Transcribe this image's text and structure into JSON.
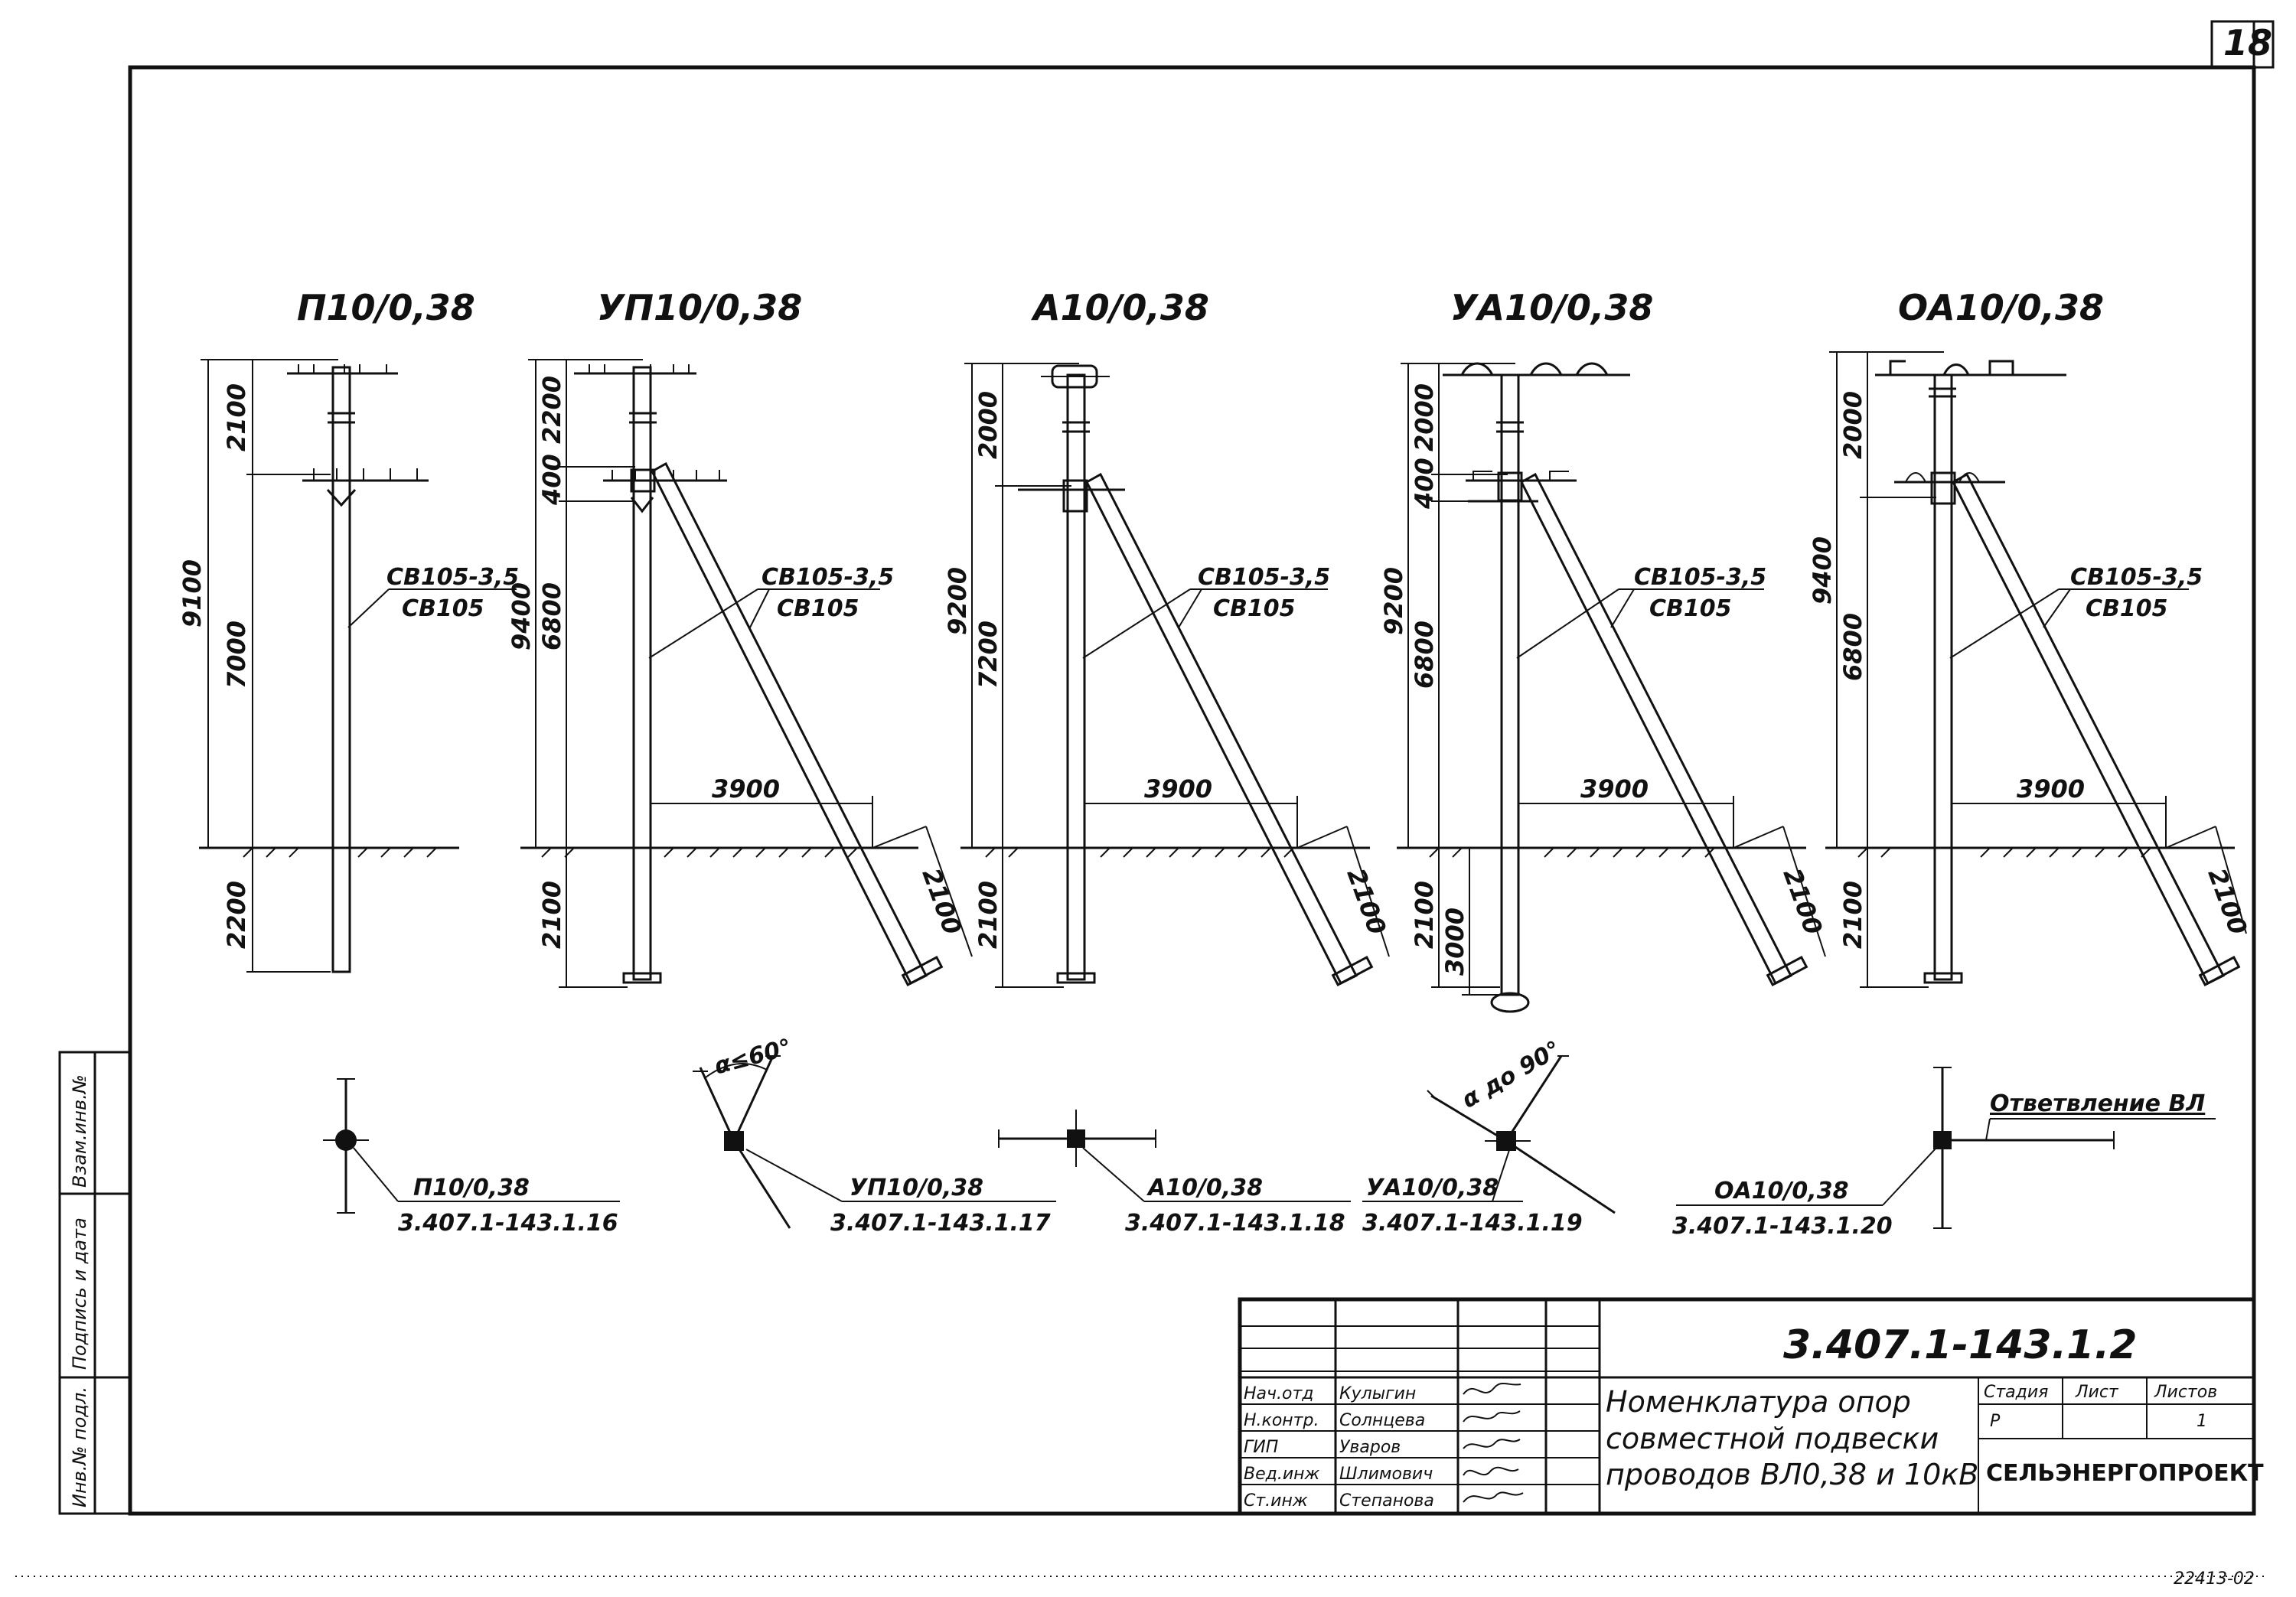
{
  "sheet": {
    "page_number": "18",
    "bottom_note": "22413-02",
    "side_stamp": [
      "Инв.№ подл.",
      "Подпись и дата",
      "Взам.инв.№"
    ]
  },
  "supports": [
    {
      "title": "П10/0,38",
      "dims_left": [
        "2100",
        "7000",
        "2200"
      ],
      "dim_total": "9100",
      "mark": [
        "СВ105-3,5",
        "СВ105"
      ],
      "strut_span": "",
      "strut_embed": ""
    },
    {
      "title": "УП10/0,38",
      "dims_left": [
        "2200",
        "400",
        "6800",
        "2100"
      ],
      "dim_total": "9400",
      "mark": [
        "СВ105-3,5",
        "СВ105"
      ],
      "strut_span": "3900",
      "strut_embed": "2100"
    },
    {
      "title": "А10/0,38",
      "dims_left": [
        "2000",
        "7200",
        "2100"
      ],
      "dim_total": "9200",
      "mark": [
        "СВ105-3,5",
        "СВ105"
      ],
      "strut_span": "3900",
      "strut_embed": "2100"
    },
    {
      "title": "УА10/0,38",
      "dims_left": [
        "2000",
        "400",
        "6800",
        "2100",
        "3000"
      ],
      "dim_total": "9200",
      "mark": [
        "СВ105-3,5",
        "СВ105"
      ],
      "strut_span": "3900",
      "strut_embed": "2100"
    },
    {
      "title": "ОА10/0,38",
      "dims_left": [
        "2000",
        "6800",
        "2100"
      ],
      "dim_total": "9400",
      "mark": [
        "СВ105-3,5",
        "СВ105"
      ],
      "strut_span": "3900",
      "strut_embed": "2100"
    }
  ],
  "plans": [
    {
      "name": "П10/0,38",
      "code": "3.407.1-143.1.16",
      "angle": ""
    },
    {
      "name": "УП10/0,38",
      "code": "3.407.1-143.1.17",
      "angle": "α≤60°"
    },
    {
      "name": "А10/0,38",
      "code": "3.407.1-143.1.18",
      "angle": ""
    },
    {
      "name": "УА10/0,38",
      "code": "3.407.1-143.1.19",
      "angle": "α до 90°"
    },
    {
      "name": "ОА10/0,38",
      "code": "3.407.1-143.1.20",
      "angle": ""
    }
  ],
  "branch_label": "Ответвление ВЛ",
  "title_block": {
    "doc_code": "3.407.1-143.1.2",
    "name_lines": [
      "Номенклатура опор",
      "совместной подвески",
      "проводов ВЛ0,38 и 10кВ"
    ],
    "staff": [
      {
        "role": "Нач.отд",
        "name": "Кулыгин"
      },
      {
        "role": "Н.контр.",
        "name": "Солнцева"
      },
      {
        "role": "ГИП",
        "name": "Уваров"
      },
      {
        "role": "Вед.инж",
        "name": "Шлимович"
      },
      {
        "role": "Ст.инж",
        "name": "Степанова"
      }
    ],
    "stage_header": "Стадия",
    "sheet_header": "Лист",
    "sheets_header": "Листов",
    "stage": "Р",
    "sheets": "1",
    "org": "СЕЛЬЭНЕРГОПРОЕКТ"
  }
}
